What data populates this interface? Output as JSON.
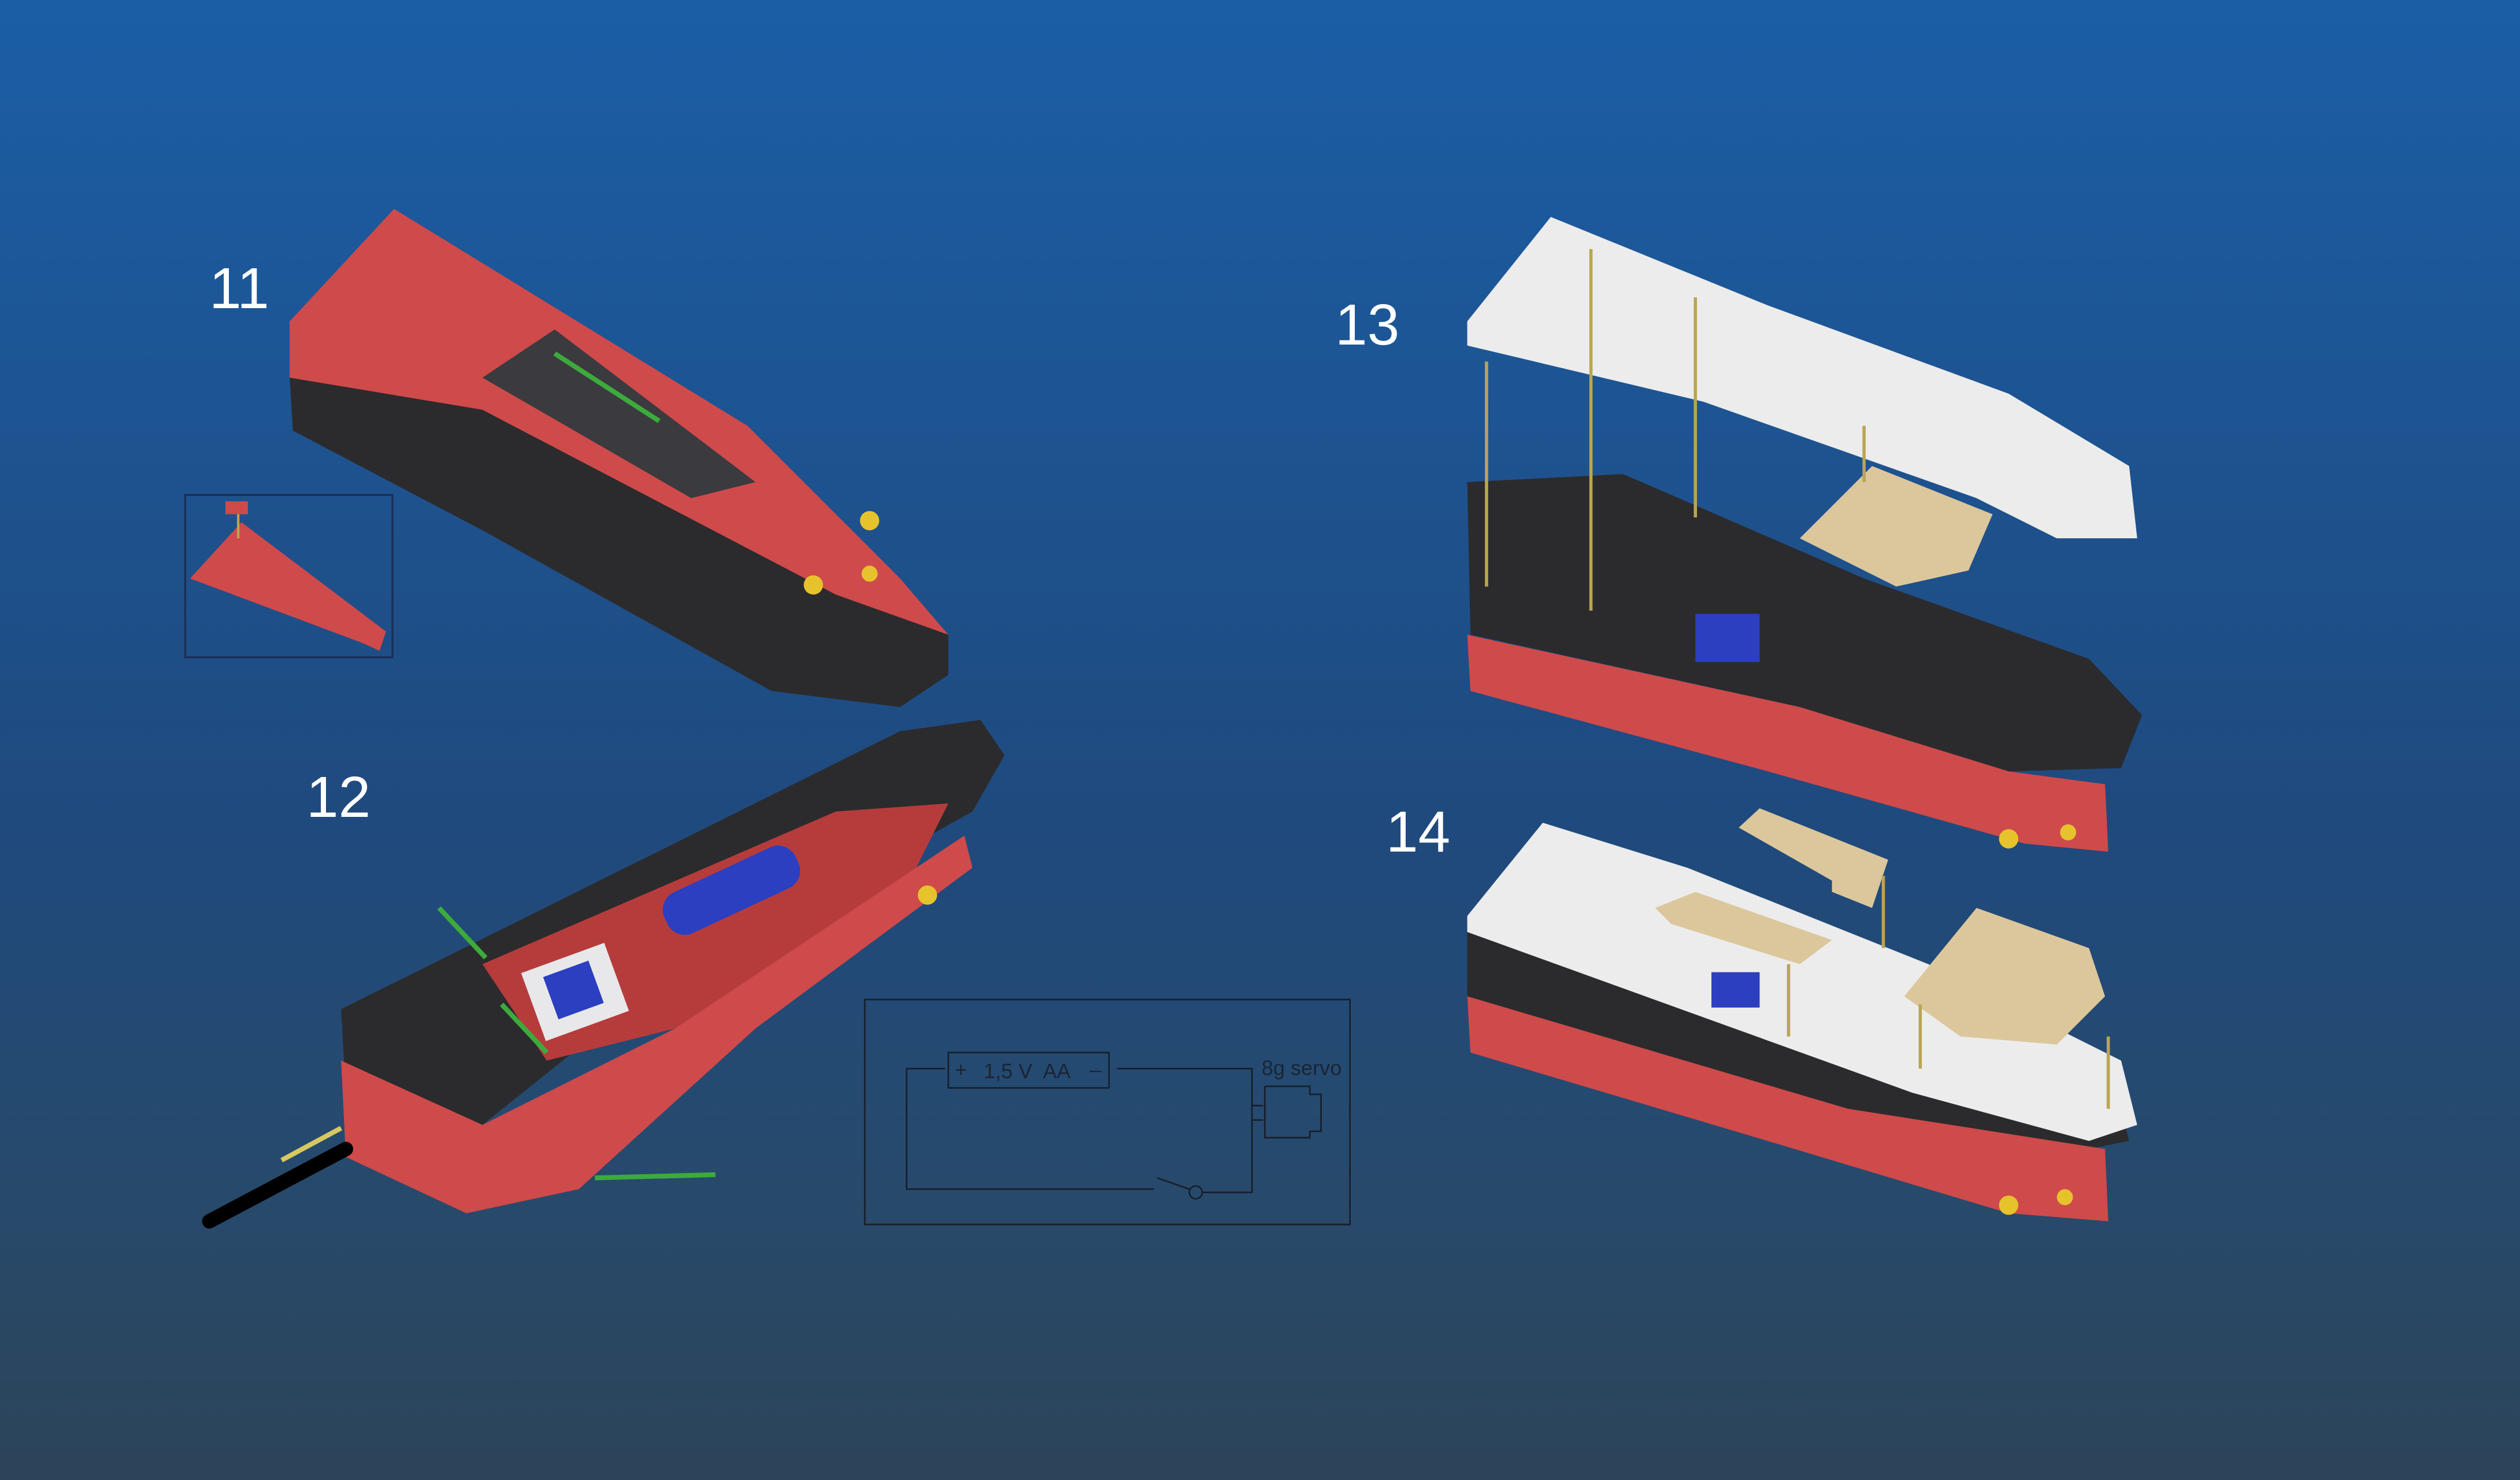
{
  "steps": [
    {
      "number": "11"
    },
    {
      "number": "12"
    },
    {
      "number": "13"
    },
    {
      "number": "14"
    }
  ],
  "circuit": {
    "battery_plus": "+",
    "battery_label": "1,5 V  AA",
    "battery_minus": "–",
    "servo_label": "8g servo"
  },
  "colors": {
    "hull_red": "#cf4a4a",
    "hull_black": "#2b2b2d",
    "deck_white": "#ececec",
    "deck_tan": "#dcc79c",
    "battery_blue": "#2b3fc0",
    "arrow_green": "#3cab3c",
    "guide_gold": "#b9a552",
    "propeller_gold": "#e6c22c"
  }
}
